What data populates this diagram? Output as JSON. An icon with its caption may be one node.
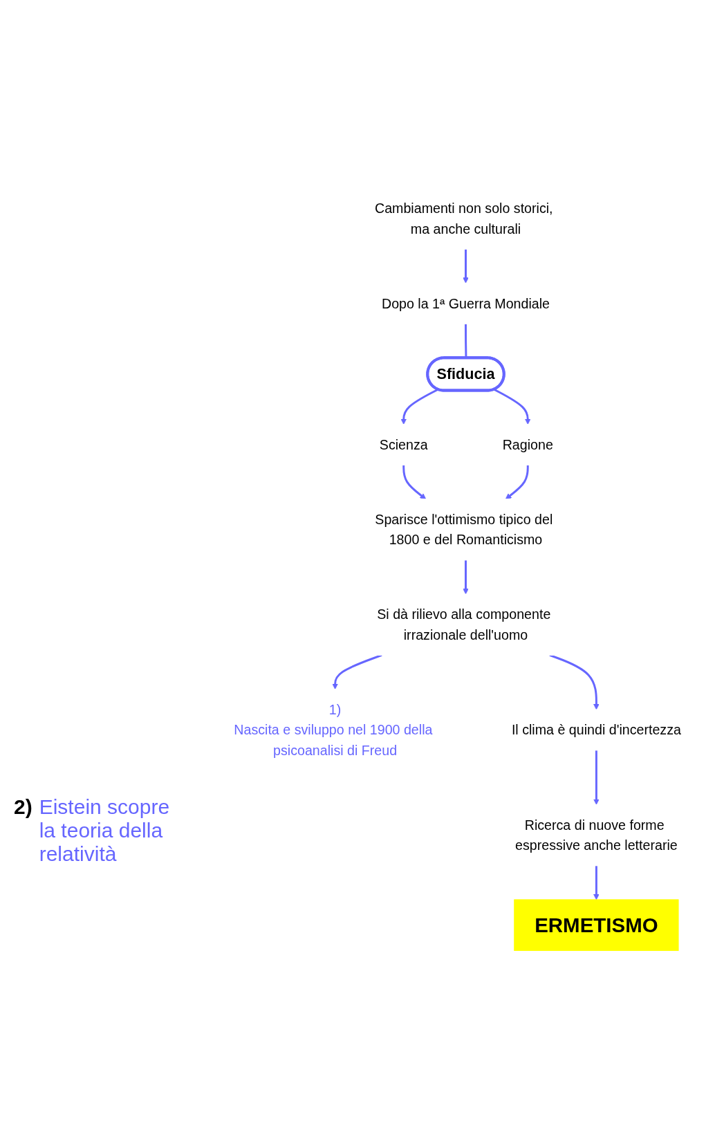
{
  "diagram": {
    "nodes": [
      {
        "text": [
          "Cambiamenti non solo storici, ma anche culturali"
        ]
      },
      {
        "text": [
          "Dopo la 1ª Guerra Mondiale"
        ]
      },
      {
        "text": [
          "Sfiducia"
        ]
      },
      {
        "text": [
          "Scienza"
        ]
      },
      {
        "text": [
          "Ragione"
        ]
      },
      {
        "text": [
          "Sparisce l'ottimismo tipico del 1800 e del Romanticismo"
        ]
      },
      {
        "text": [
          "Si dà rilievo alla componente irrazionale dell'uomo"
        ]
      },
      {
        "text": [
          "1)",
          "Nascita e sviluppo nel 1900 della psicoanalisi di Freud"
        ]
      },
      {
        "text": [
          "Il clima è quindi d'incertezza"
        ]
      },
      {
        "text": [
          "Ricerca di nuove forme espressive anche letterarie"
        ]
      },
      {
        "text": [
          "ERMETISMO"
        ]
      }
    ],
    "edges": [
      {
        "from": 0,
        "to": 1,
        "arrow": "to"
      },
      {
        "from": 1,
        "to": 2,
        "arrow": "none"
      },
      {
        "from": 2,
        "to": 3,
        "arrow": "to"
      },
      {
        "from": 2,
        "to": 4,
        "arrow": "to"
      },
      {
        "from": 3,
        "to": 5,
        "arrow": "to"
      },
      {
        "from": 4,
        "to": 5,
        "arrow": "to"
      },
      {
        "from": 5,
        "to": 6,
        "arrow": "to"
      },
      {
        "from": 6,
        "to": 7,
        "arrow": "to"
      },
      {
        "from": 6,
        "to": 8,
        "arrow": "to"
      },
      {
        "from": 8,
        "to": 9,
        "arrow": "to"
      },
      {
        "from": 9,
        "to": 10,
        "arrow": "to"
      }
    ],
    "labels": [
      "2)",
      "Eistein scopre la teoria della relatività"
    ]
  }
}
